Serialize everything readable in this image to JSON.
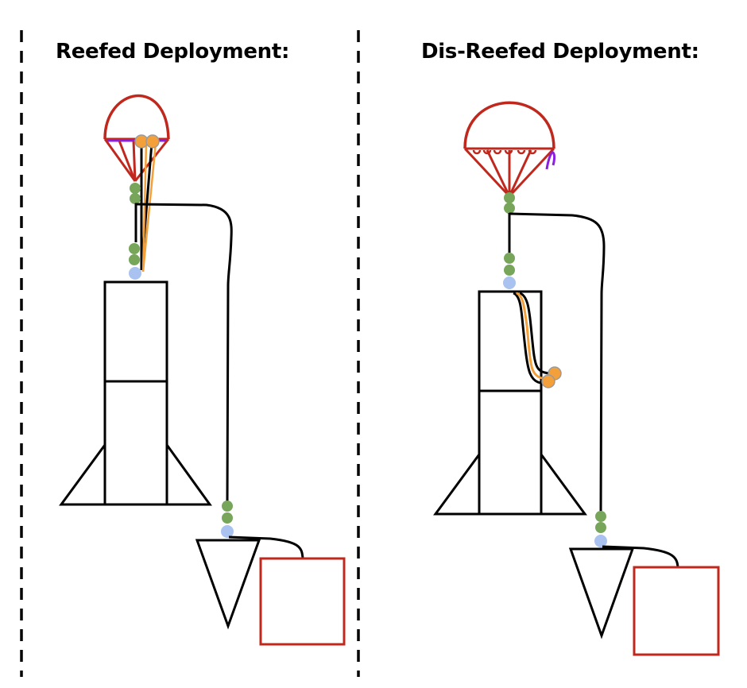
{
  "panels": [
    {
      "id": "reefed",
      "title": "Reefed Deployment:"
    },
    {
      "id": "disreefed",
      "title": "Dis-Reefed Deployment:"
    }
  ],
  "legend_colors": {
    "canopy": "#C0281E",
    "reefing_line": "#8B1FE0",
    "cutter": "#F4A03A",
    "cutter_outline": "#9A9A9A",
    "quick_link": "#77A55A",
    "eyebolt": "#A9C2F0",
    "payload_box": "#C0281E",
    "structure": "#000000"
  }
}
